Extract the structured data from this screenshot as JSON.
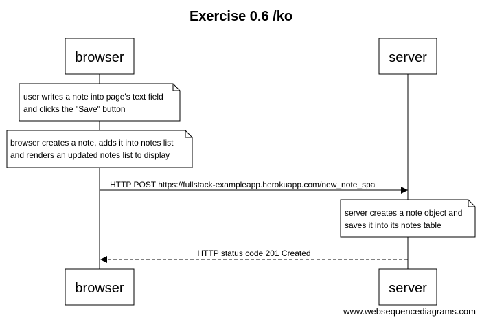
{
  "title": "Exercise 0.6 /ko",
  "participants": {
    "browser": "browser",
    "server": "server"
  },
  "notes": [
    {
      "over": "browser",
      "lines": [
        "user writes a note into page's text field",
        "and clicks the \"Save\" button"
      ]
    },
    {
      "over": "browser",
      "lines": [
        "browser creates a note, adds it into notes list",
        "and renders an updated notes list to display"
      ]
    },
    {
      "over": "server",
      "lines": [
        "server creates a note object and",
        "saves it into its notes table"
      ]
    }
  ],
  "messages": [
    {
      "from": "browser",
      "to": "server",
      "label": "HTTP POST https://fullstack-exampleapp.herokuapp.com/new_note_spa",
      "style": "solid"
    },
    {
      "from": "server",
      "to": "browser",
      "label": "HTTP status code 201 Created",
      "style": "dashed"
    }
  ],
  "watermark": "www.websequencediagrams.com"
}
